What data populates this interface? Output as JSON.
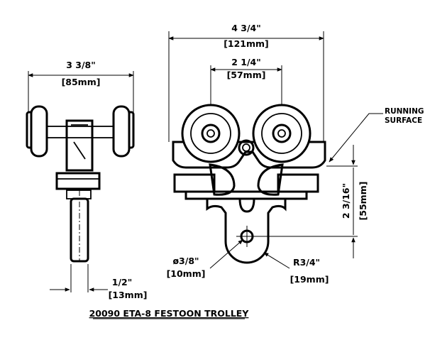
{
  "dimensions": {
    "side_width_frac": "3 3/8\"",
    "side_width_mm": "[85mm]",
    "front_width_frac": "4 3/4\"",
    "front_width_mm": "[121mm]",
    "wheel_spacing_frac": "2 1/4\"",
    "wheel_spacing_mm": "[57mm]",
    "height_frac": "2 3/16\"",
    "height_mm": "[55mm]",
    "hole_dia_frac": "ø3/8\"",
    "hole_dia_mm": "[10mm]",
    "radius_frac": "R3/4\"",
    "radius_mm": "[19mm]",
    "stem_frac": "1/2\"",
    "stem_mm": "[13mm]"
  },
  "callout": {
    "line1": "RUNNING",
    "line2": "SURFACE"
  },
  "title": "20090 ETA-8 FESTOON TROLLEY"
}
